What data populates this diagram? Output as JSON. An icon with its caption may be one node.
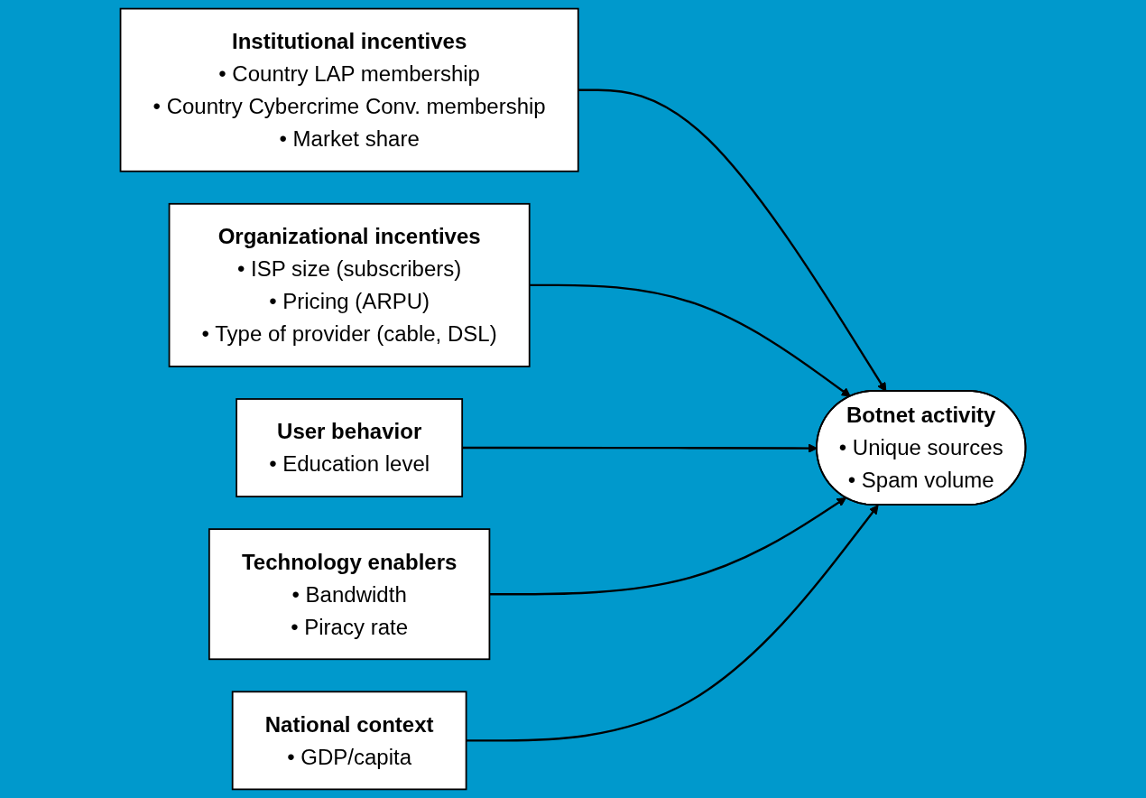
{
  "diagram": {
    "nodes": [
      {
        "text": [
          "Institutional incentives",
          "• Country LAP membership",
          "• Country Cybercrime Conv. membership",
          "• Market share"
        ]
      },
      {
        "text": [
          "Organizational incentives",
          "• ISP size (subscribers)",
          "• Pricing (ARPU)",
          "• Type of provider (cable, DSL)"
        ]
      },
      {
        "text": [
          "User behavior",
          "• Education level"
        ]
      },
      {
        "text": [
          "Technology enablers",
          "• Bandwidth",
          "• Piracy rate"
        ]
      },
      {
        "text": [
          "National context",
          "• GDP/capita"
        ]
      },
      {
        "text": [
          "Botnet activity",
          "• Unique sources",
          "• Spam volume"
        ]
      }
    ],
    "edges": [
      {
        "from": 0,
        "to": 5,
        "arrow": "to"
      },
      {
        "from": 1,
        "to": 5,
        "arrow": "to"
      },
      {
        "from": 2,
        "to": 5,
        "arrow": "to"
      },
      {
        "from": 3,
        "to": 5,
        "arrow": "to"
      },
      {
        "from": 4,
        "to": 5,
        "arrow": "to"
      }
    ]
  }
}
